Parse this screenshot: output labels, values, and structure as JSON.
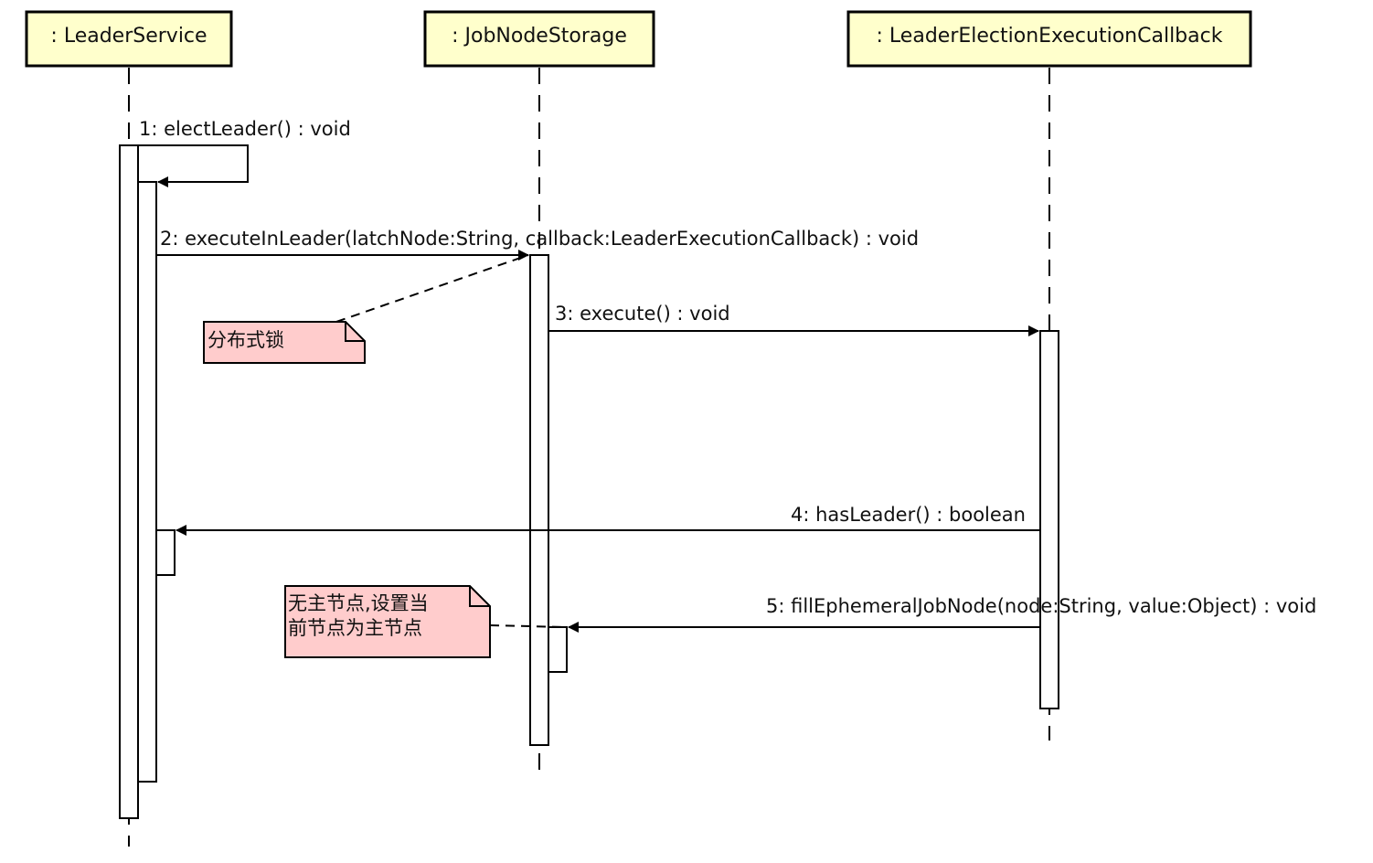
{
  "lifelines": [
    {
      "label": ": LeaderService"
    },
    {
      "label": ": JobNodeStorage"
    },
    {
      "label": ": LeaderElectionExecutionCallback"
    }
  ],
  "messages": [
    {
      "label": "1: electLeader() : void"
    },
    {
      "label": "2: executeInLeader(latchNode:String, callback:LeaderExecutionCallback) : void"
    },
    {
      "label": "3: execute() : void"
    },
    {
      "label": "4: hasLeader() : boolean"
    },
    {
      "label": "5: fillEphemeralJobNode(node:String, value:Object) : void"
    }
  ],
  "notes": [
    {
      "lines": [
        "分布式锁"
      ]
    },
    {
      "lines": [
        "无主节点,设置当",
        "前节点为主节点"
      ]
    }
  ],
  "colors": {
    "lifeline_box": "#ffffcc",
    "note": "#ffcccc",
    "line": "#000000"
  }
}
